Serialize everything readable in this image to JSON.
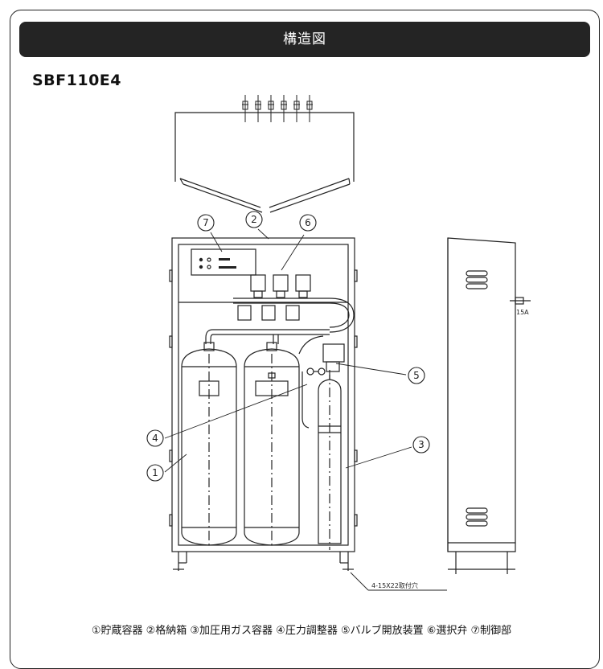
{
  "header": {
    "title": "構造図"
  },
  "model": "SBF110E4",
  "callouts": [
    "①",
    "②",
    "③",
    "④",
    "⑤",
    "⑥",
    "⑦"
  ],
  "dimensions": {
    "pipe_size": "15A",
    "mounting_holes": "4-15X22取付穴"
  },
  "legend": "①貯蔵容器 ②格納箱 ③加圧用ガス容器 ④圧力調整器 ⑤バルブ開放装置 ⑥選択弁 ⑦制御部"
}
